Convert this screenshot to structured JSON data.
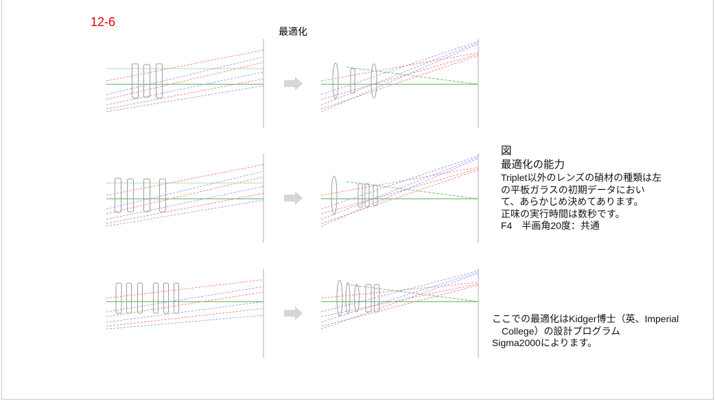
{
  "slide_number": "12-6",
  "heading": "最適化",
  "description": {
    "figure_label": "図",
    "title": "最適化の能力",
    "lines": [
      "Triplet以外のレンズの硝材の種類は左",
      "の平板ガラスの初期データにおい",
      "て、あらかじめ決めてあります。",
      "正味の実行時間は数秒です。",
      "F4　半画角20度：共通"
    ]
  },
  "note": {
    "lines": [
      "ここでの最適化はKidger博士（英、Imperial",
      "College）の設計プログラム",
      "Sigma2000によります。"
    ]
  },
  "colors": {
    "title_red": "#e00000",
    "ray_red": "#ff6a6a",
    "ray_blue": "#8a8aff",
    "axis_green": "#4caf50",
    "arrow": "#d6d6d6"
  },
  "icons": [
    "right-arrow-icon"
  ]
}
